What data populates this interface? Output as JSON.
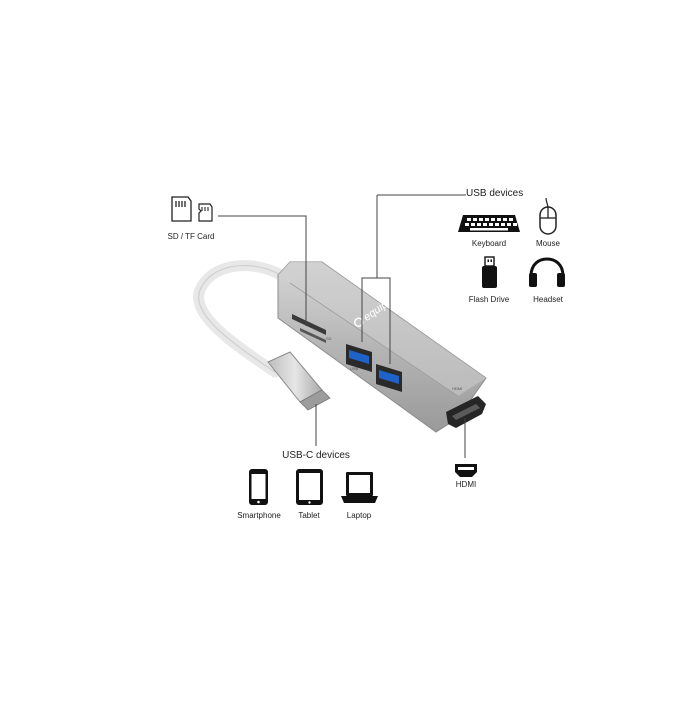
{
  "brand": "equip",
  "port_labels": {
    "sd": "SD",
    "usb": "USB",
    "hdmi": "HDMI"
  },
  "sd_group": {
    "label": "SD / TF Card"
  },
  "usb_group": {
    "title": "USB devices",
    "devices": [
      {
        "label": "Keyboard",
        "icon": "keyboard-icon"
      },
      {
        "label": "Mouse",
        "icon": "mouse-icon"
      },
      {
        "label": "Flash Drive",
        "icon": "flash-drive-icon"
      },
      {
        "label": "Headset",
        "icon": "headset-icon"
      }
    ]
  },
  "usbc_group": {
    "title": "USB-C devices",
    "devices": [
      {
        "label": "Smartphone",
        "icon": "smartphone-icon"
      },
      {
        "label": "Tablet",
        "icon": "tablet-icon"
      },
      {
        "label": "Laptop",
        "icon": "laptop-icon"
      }
    ]
  },
  "hdmi_group": {
    "label": "HDMI",
    "icon": "hdmi-port-icon"
  },
  "colors": {
    "hub_body": "#b9b9b9",
    "hub_dark": "#8f8f8f",
    "usb_blue": "#1f63c9",
    "lines": "#444444"
  }
}
